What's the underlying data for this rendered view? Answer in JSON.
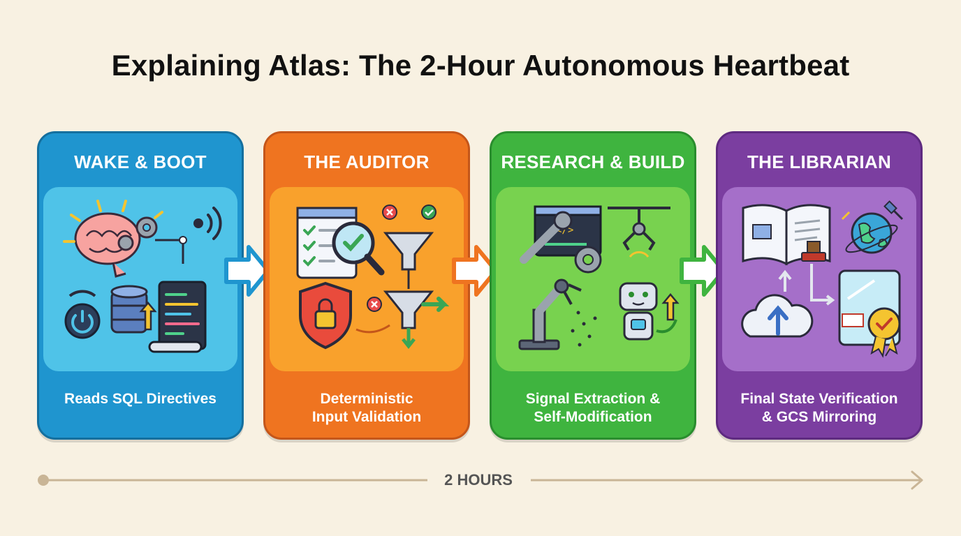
{
  "title": "Explaining Atlas: The 2-Hour Autonomous Heartbeat",
  "stages": [
    {
      "heading": "WAKE & BOOT",
      "caption": "Reads SQL Directives",
      "colors": {
        "card": "#1f95cf",
        "border": "#146f9e",
        "panel": "#4fc3e8"
      },
      "icons": [
        "brain-gears-icon",
        "signal-waves-icon",
        "power-icon",
        "database-upload-icon",
        "code-scroll-icon"
      ]
    },
    {
      "heading": "THE AUDITOR",
      "caption": "Deterministic\nInput Validation",
      "colors": {
        "card": "#ef7420",
        "border": "#c4561a",
        "panel": "#f9a12c"
      },
      "icons": [
        "checklist-magnifier-icon",
        "filter-funnel-icon",
        "shield-lock-icon"
      ]
    },
    {
      "heading": "RESEARCH & BUILD",
      "caption": "Signal Extraction &\nSelf-Modification",
      "colors": {
        "card": "#3fb43f",
        "border": "#2a8d2e",
        "panel": "#78d24f"
      },
      "icons": [
        "code-wrench-icon",
        "robot-claw-icon",
        "robot-arm-icon",
        "robot-icon"
      ]
    },
    {
      "heading": "THE LIBRARIAN",
      "caption": "Final State Verification\n& GCS Mirroring",
      "colors": {
        "card": "#7b3ea0",
        "border": "#5e2a80",
        "panel": "#a56fc9"
      },
      "icons": [
        "open-book-stamp-icon",
        "globe-satellite-icon",
        "cloud-upload-icon",
        "verified-document-icon"
      ]
    }
  ],
  "timeline": {
    "label": "2 HOURS",
    "color": "#c9b596"
  }
}
